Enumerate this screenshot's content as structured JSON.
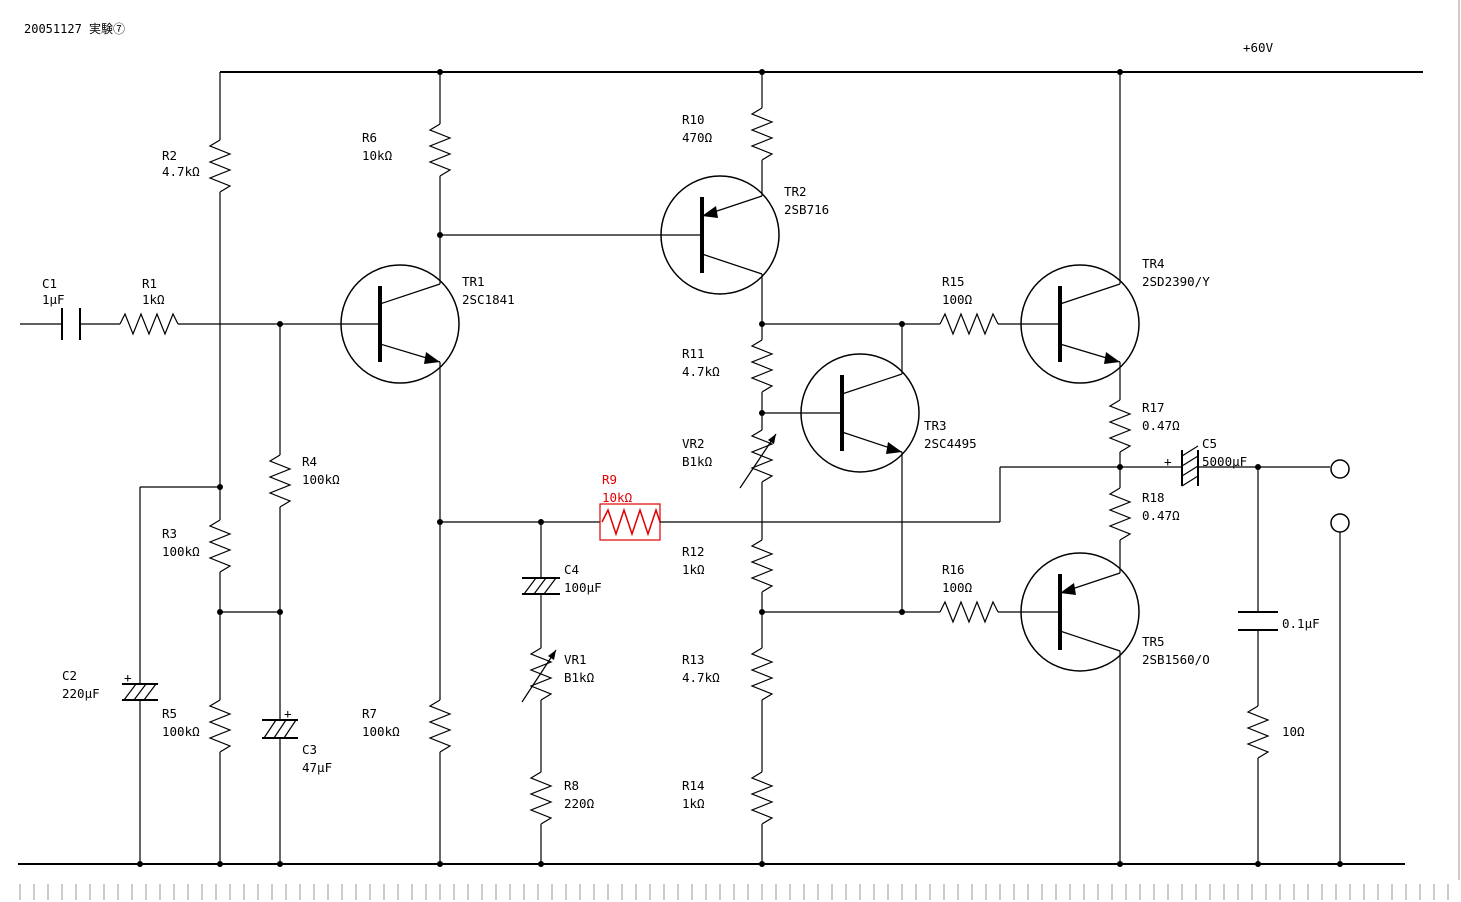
{
  "title": "20051127 実験⑦",
  "supply": "+60V",
  "components": {
    "C1": {
      "name": "C1",
      "value": "1μF"
    },
    "R1": {
      "name": "R1",
      "value": "1kΩ"
    },
    "R2": {
      "name": "R2",
      "value": "4.7kΩ"
    },
    "R3": {
      "name": "R3",
      "value": "100kΩ"
    },
    "R4": {
      "name": "R4",
      "value": "100kΩ"
    },
    "R5": {
      "name": "R5",
      "value": "100kΩ"
    },
    "C2": {
      "name": "C2",
      "value": "220μF"
    },
    "C3": {
      "name": "C3",
      "value": "47μF"
    },
    "R6": {
      "name": "R6",
      "value": "10kΩ"
    },
    "R7": {
      "name": "R7",
      "value": "100kΩ"
    },
    "TR1": {
      "name": "TR1",
      "value": "2SC1841"
    },
    "R10": {
      "name": "R10",
      "value": "470Ω"
    },
    "TR2": {
      "name": "TR2",
      "value": "2SB716"
    },
    "R11": {
      "name": "R11",
      "value": "4.7kΩ"
    },
    "VR2": {
      "name": "VR2",
      "value": "B1kΩ"
    },
    "R9": {
      "name": "R9",
      "value": "10kΩ"
    },
    "C4": {
      "name": "C4",
      "value": "100μF"
    },
    "VR1": {
      "name": "VR1",
      "value": "B1kΩ"
    },
    "R8": {
      "name": "R8",
      "value": "220Ω"
    },
    "R12": {
      "name": "R12",
      "value": "1kΩ"
    },
    "R13": {
      "name": "R13",
      "value": "4.7kΩ"
    },
    "R14": {
      "name": "R14",
      "value": "1kΩ"
    },
    "TR3": {
      "name": "TR3",
      "value": "2SC4495"
    },
    "R15": {
      "name": "R15",
      "value": "100Ω"
    },
    "R16": {
      "name": "R16",
      "value": "100Ω"
    },
    "TR4": {
      "name": "TR4",
      "value": "2SD2390/Y"
    },
    "TR5": {
      "name": "TR5",
      "value": "2SB1560/O"
    },
    "R17": {
      "name": "R17",
      "value": "0.47Ω"
    },
    "R18": {
      "name": "R18",
      "value": "0.47Ω"
    },
    "C5": {
      "name": "C5",
      "value": "5000μF"
    },
    "Cz": {
      "name": "",
      "value": "0.1μF"
    },
    "Rz": {
      "name": "",
      "value": "10Ω"
    }
  },
  "polarity": "+",
  "highlight_color": "#e00000"
}
